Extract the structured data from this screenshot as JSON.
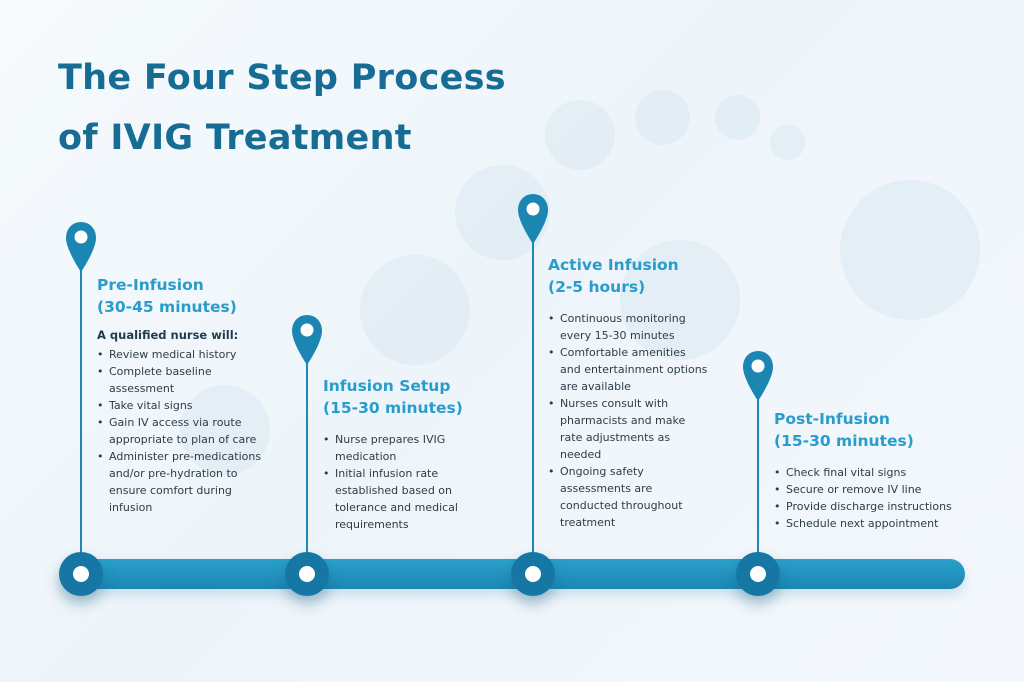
{
  "title": {
    "line1": "The Four Step Process",
    "line2": "of IVIG Treatment"
  },
  "colors": {
    "title": "#176c94",
    "accent": "#2a9ccb",
    "track": "#1c86b3",
    "node": "#1677a4",
    "text": "#2d3d48"
  },
  "steps": [
    {
      "icon": "map-pin-icon",
      "title_line1": "Pre-Infusion",
      "title_line2": "(30-45 minutes)",
      "lead": "A qualified nurse will:",
      "items": [
        "Review medical history",
        "Complete baseline assessment",
        "Take vital signs",
        "Gain IV access via route appropriate to plan of care",
        "Administer pre-medications and/or pre-hydration to ensure comfort during infusion"
      ]
    },
    {
      "icon": "map-pin-icon",
      "title_line1": "Infusion Setup",
      "title_line2": "(15-30 minutes)",
      "items": [
        "Nurse prepares IVIG medication",
        "Initial infusion rate established based on tolerance and medical requirements"
      ]
    },
    {
      "icon": "map-pin-icon",
      "title_line1": "Active Infusion",
      "title_line2": "(2-5 hours)",
      "items": [
        "Continuous monitoring every 15-30 minutes",
        "Comfortable amenities and entertainment options are available",
        "Nurses consult with pharmacists and make rate adjustments as needed",
        "Ongoing safety assessments are conducted throughout treatment"
      ]
    },
    {
      "icon": "map-pin-icon",
      "title_line1": "Post-Infusion",
      "title_line2": "(15-30 minutes)",
      "items": [
        "Check final vital signs",
        "Secure or remove IV line",
        "Provide discharge instructions",
        "Schedule next appointment"
      ]
    }
  ]
}
